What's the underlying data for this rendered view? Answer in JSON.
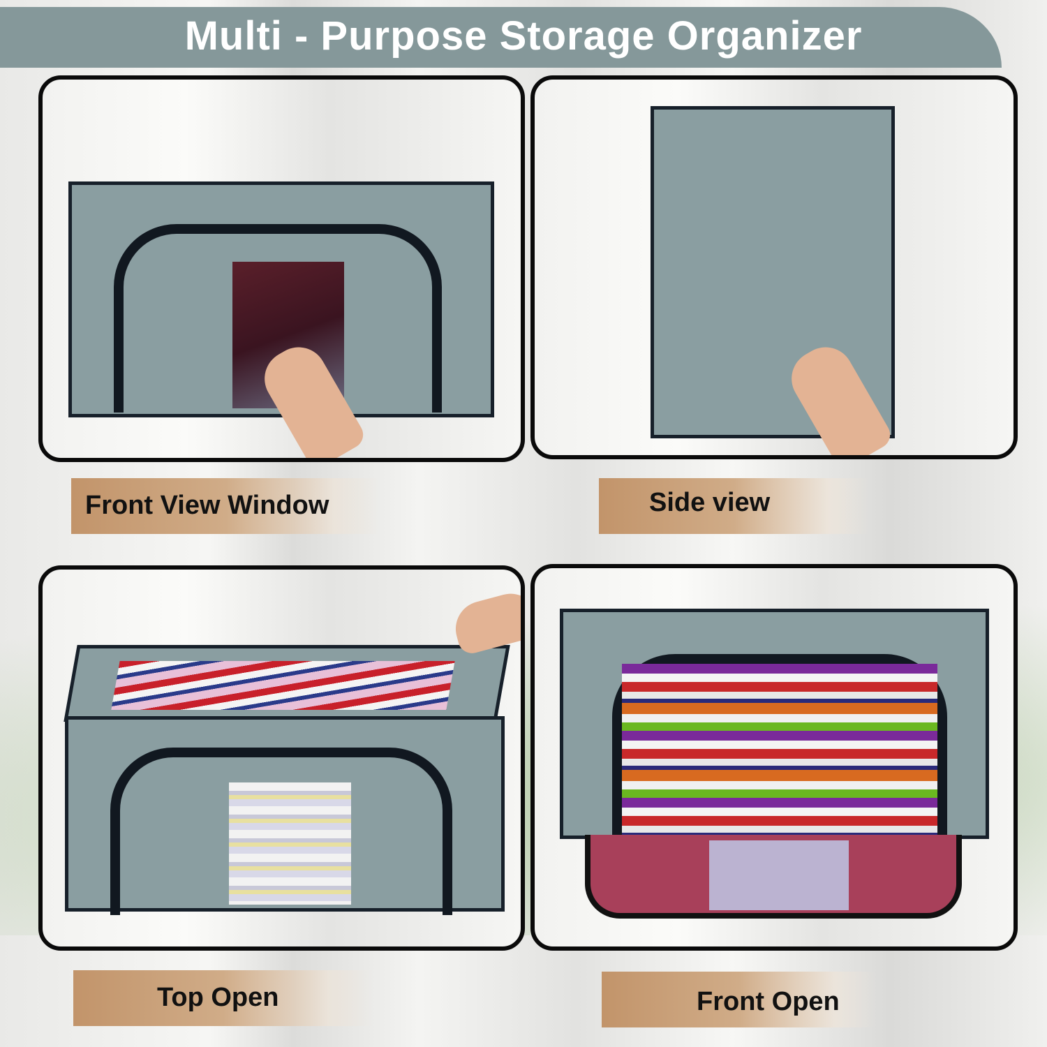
{
  "header": {
    "title": "Multi - Purpose Storage Organizer"
  },
  "panels": [
    {
      "label": "Front View Window"
    },
    {
      "label": "Side view"
    },
    {
      "label": "Top Open"
    },
    {
      "label": "Front Open"
    }
  ],
  "colors": {
    "header": "#85989a",
    "box": "#8a9ea1",
    "label": "#c2946a",
    "border": "#0a0a0a"
  }
}
